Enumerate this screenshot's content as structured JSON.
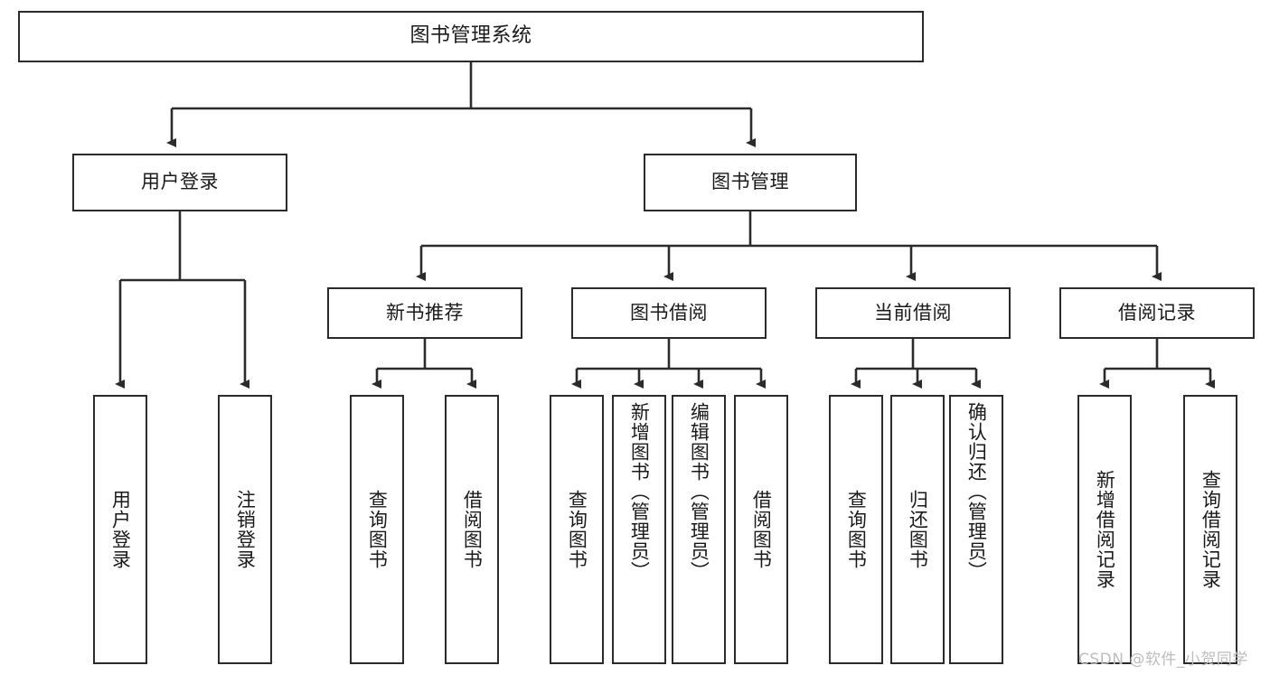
{
  "diagram": {
    "type": "tree-hierarchy-diagram",
    "title_text": "图书管理系统",
    "colors": {
      "box_border": "#2b2b2b",
      "box_fill": "#ffffff",
      "connector": "#2b2b2b",
      "text": "#1a1a1a",
      "watermark": "#bdbdbd",
      "background": "#ffffff"
    },
    "nodes": {
      "root": {
        "label": "图书管理系统"
      },
      "level2": [
        {
          "label": "用户登录"
        },
        {
          "label": "图书管理"
        }
      ],
      "level3": [
        {
          "label": "新书推荐"
        },
        {
          "label": "图书借阅"
        },
        {
          "label": "当前借阅"
        },
        {
          "label": "借阅记录"
        }
      ],
      "leaves_user_login": [
        {
          "label": "用户登录"
        },
        {
          "label": "注销登录"
        }
      ],
      "leaves_new_book": [
        {
          "label": "查询图书"
        },
        {
          "label": "借阅图书"
        }
      ],
      "leaves_borrow": [
        {
          "label": "查询图书"
        },
        {
          "label": "新增图书（管理员）"
        },
        {
          "label": "编辑图书（管理员）"
        },
        {
          "label": "借阅图书"
        }
      ],
      "leaves_current": [
        {
          "label": "查询图书"
        },
        {
          "label": "归还图书"
        },
        {
          "label": "确认归还（管理员）"
        }
      ],
      "leaves_record": [
        {
          "label": "新增借阅记录"
        },
        {
          "label": "查询借阅记录"
        }
      ]
    }
  },
  "watermark": {
    "text": "CSDN @软件_小贺同学"
  }
}
